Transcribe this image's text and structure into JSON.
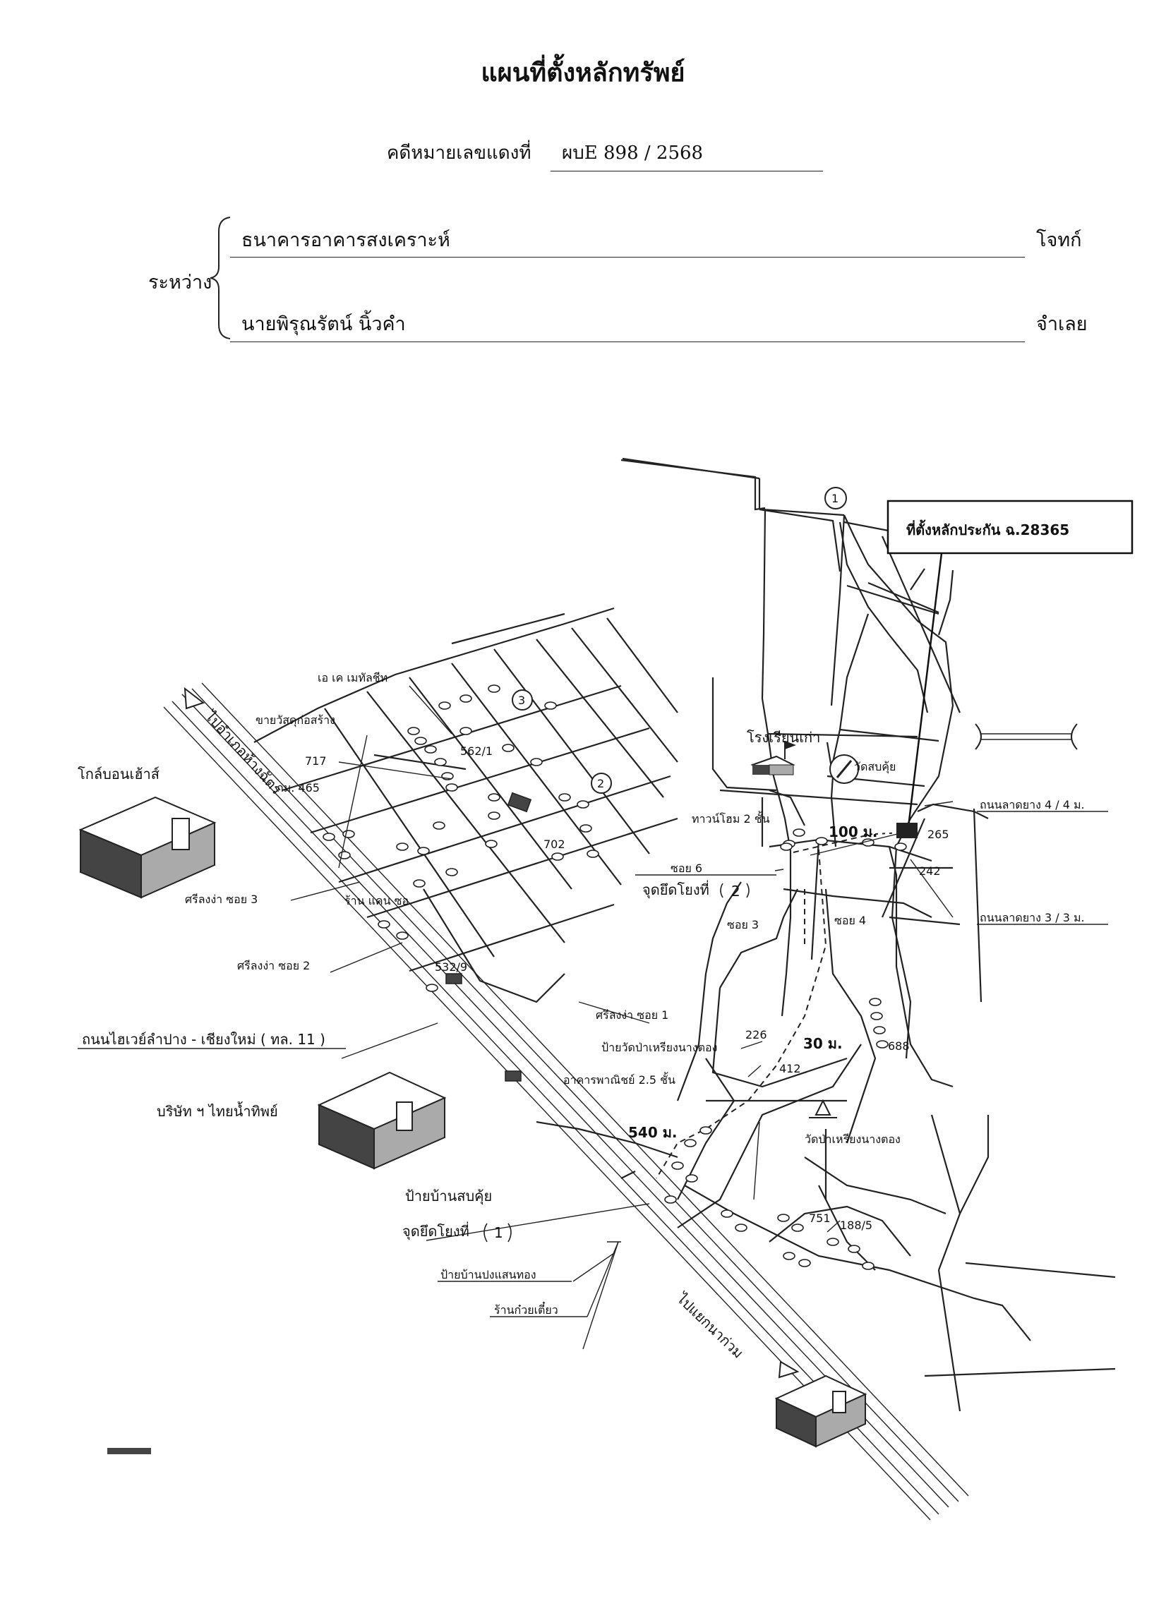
{
  "header": {
    "title": "แผนที่ตั้งหลักทรัพย์",
    "case_label": "คดีหมายเลขแดงที่",
    "case_number": "ผบE 898 / 2568"
  },
  "parties": {
    "between_label": "ระหว่าง",
    "plaintiff": "ธนาคารอาคารสงเคราะห์",
    "plaintiff_role": "โจทก์",
    "defendant": "นายพิรุณรัตน์ นิ้วคำ",
    "defendant_role": "จำเลย"
  },
  "map": {
    "collateral_box": "ที่ตั้งหลักประกัน ฉ.28365",
    "labels": {
      "to_top": "ไปอำเภอห้างฉัตร",
      "to_bottom": "ไปแยกนาก่วม",
      "km": "กม. 465",
      "ak_metal": "เอ เค เมทัลชีท",
      "building_supply": "ขายวัสดุก่อสร้าง",
      "house_717": "717",
      "house_5621": "562/1",
      "house_702": "702",
      "house_5329": "532/9",
      "house_226": "226",
      "house_412": "412",
      "house_688": "688",
      "house_265": "265",
      "house_242": "242",
      "house_751": "751",
      "house_1885": "188/5",
      "old_school": "โรงเรียนเก่า",
      "wat_sob_kui": "วัดสบคุ้ย",
      "townhome": "ทาวน์โฮม 2 ชั้น",
      "dist_100": "100 ม.",
      "dist_30": "30 ม.",
      "dist_540": "540 ม.",
      "road_4m": "ถนนลาดยาง 4 / 4 ม.",
      "road_3m": "ถนนลาดยาง 3 / 3 ม.",
      "soi6": "ซอย 6",
      "ref_point_2": "จุดยึดโยงที่",
      "soi3": "ซอย 3",
      "soi4": "ซอย 4",
      "sri_soi3": "ศรีลงง่า ซอย 3",
      "sri_soi2": "ศรีลงง่า ซอย 2",
      "sri_soi1": "ศรีลงง่า ซอย 1",
      "shop_kaen": "ร้าน แคน ซอ",
      "wat_sign": "ป้ายวัดป่าเหรียงนางตอง",
      "commercial": "อาคารพาณิชย์ 2.5 ชั้น",
      "wat_pa": "วัดป่าเหรียงนางตอง",
      "highway": "ถนนไฮเวย์ลำปาง - เชียงใหม่ ( ทล. 11 )",
      "golden_house": "โกล์บอนเฮ้าส์",
      "company": "บริษัท ฯ ไทยน้ำทิพย์",
      "sign_sob_kui": "ป้ายบ้านสบคุ้ย",
      "ref_point_1": "จุดยึดโยงที่",
      "sign_pong": "ป้ายบ้านปงแสนทอง",
      "noodle": "ร้านก๋วยเตี๋ยว"
    },
    "circles": [
      "1",
      "2",
      "3",
      "2",
      "1"
    ]
  }
}
